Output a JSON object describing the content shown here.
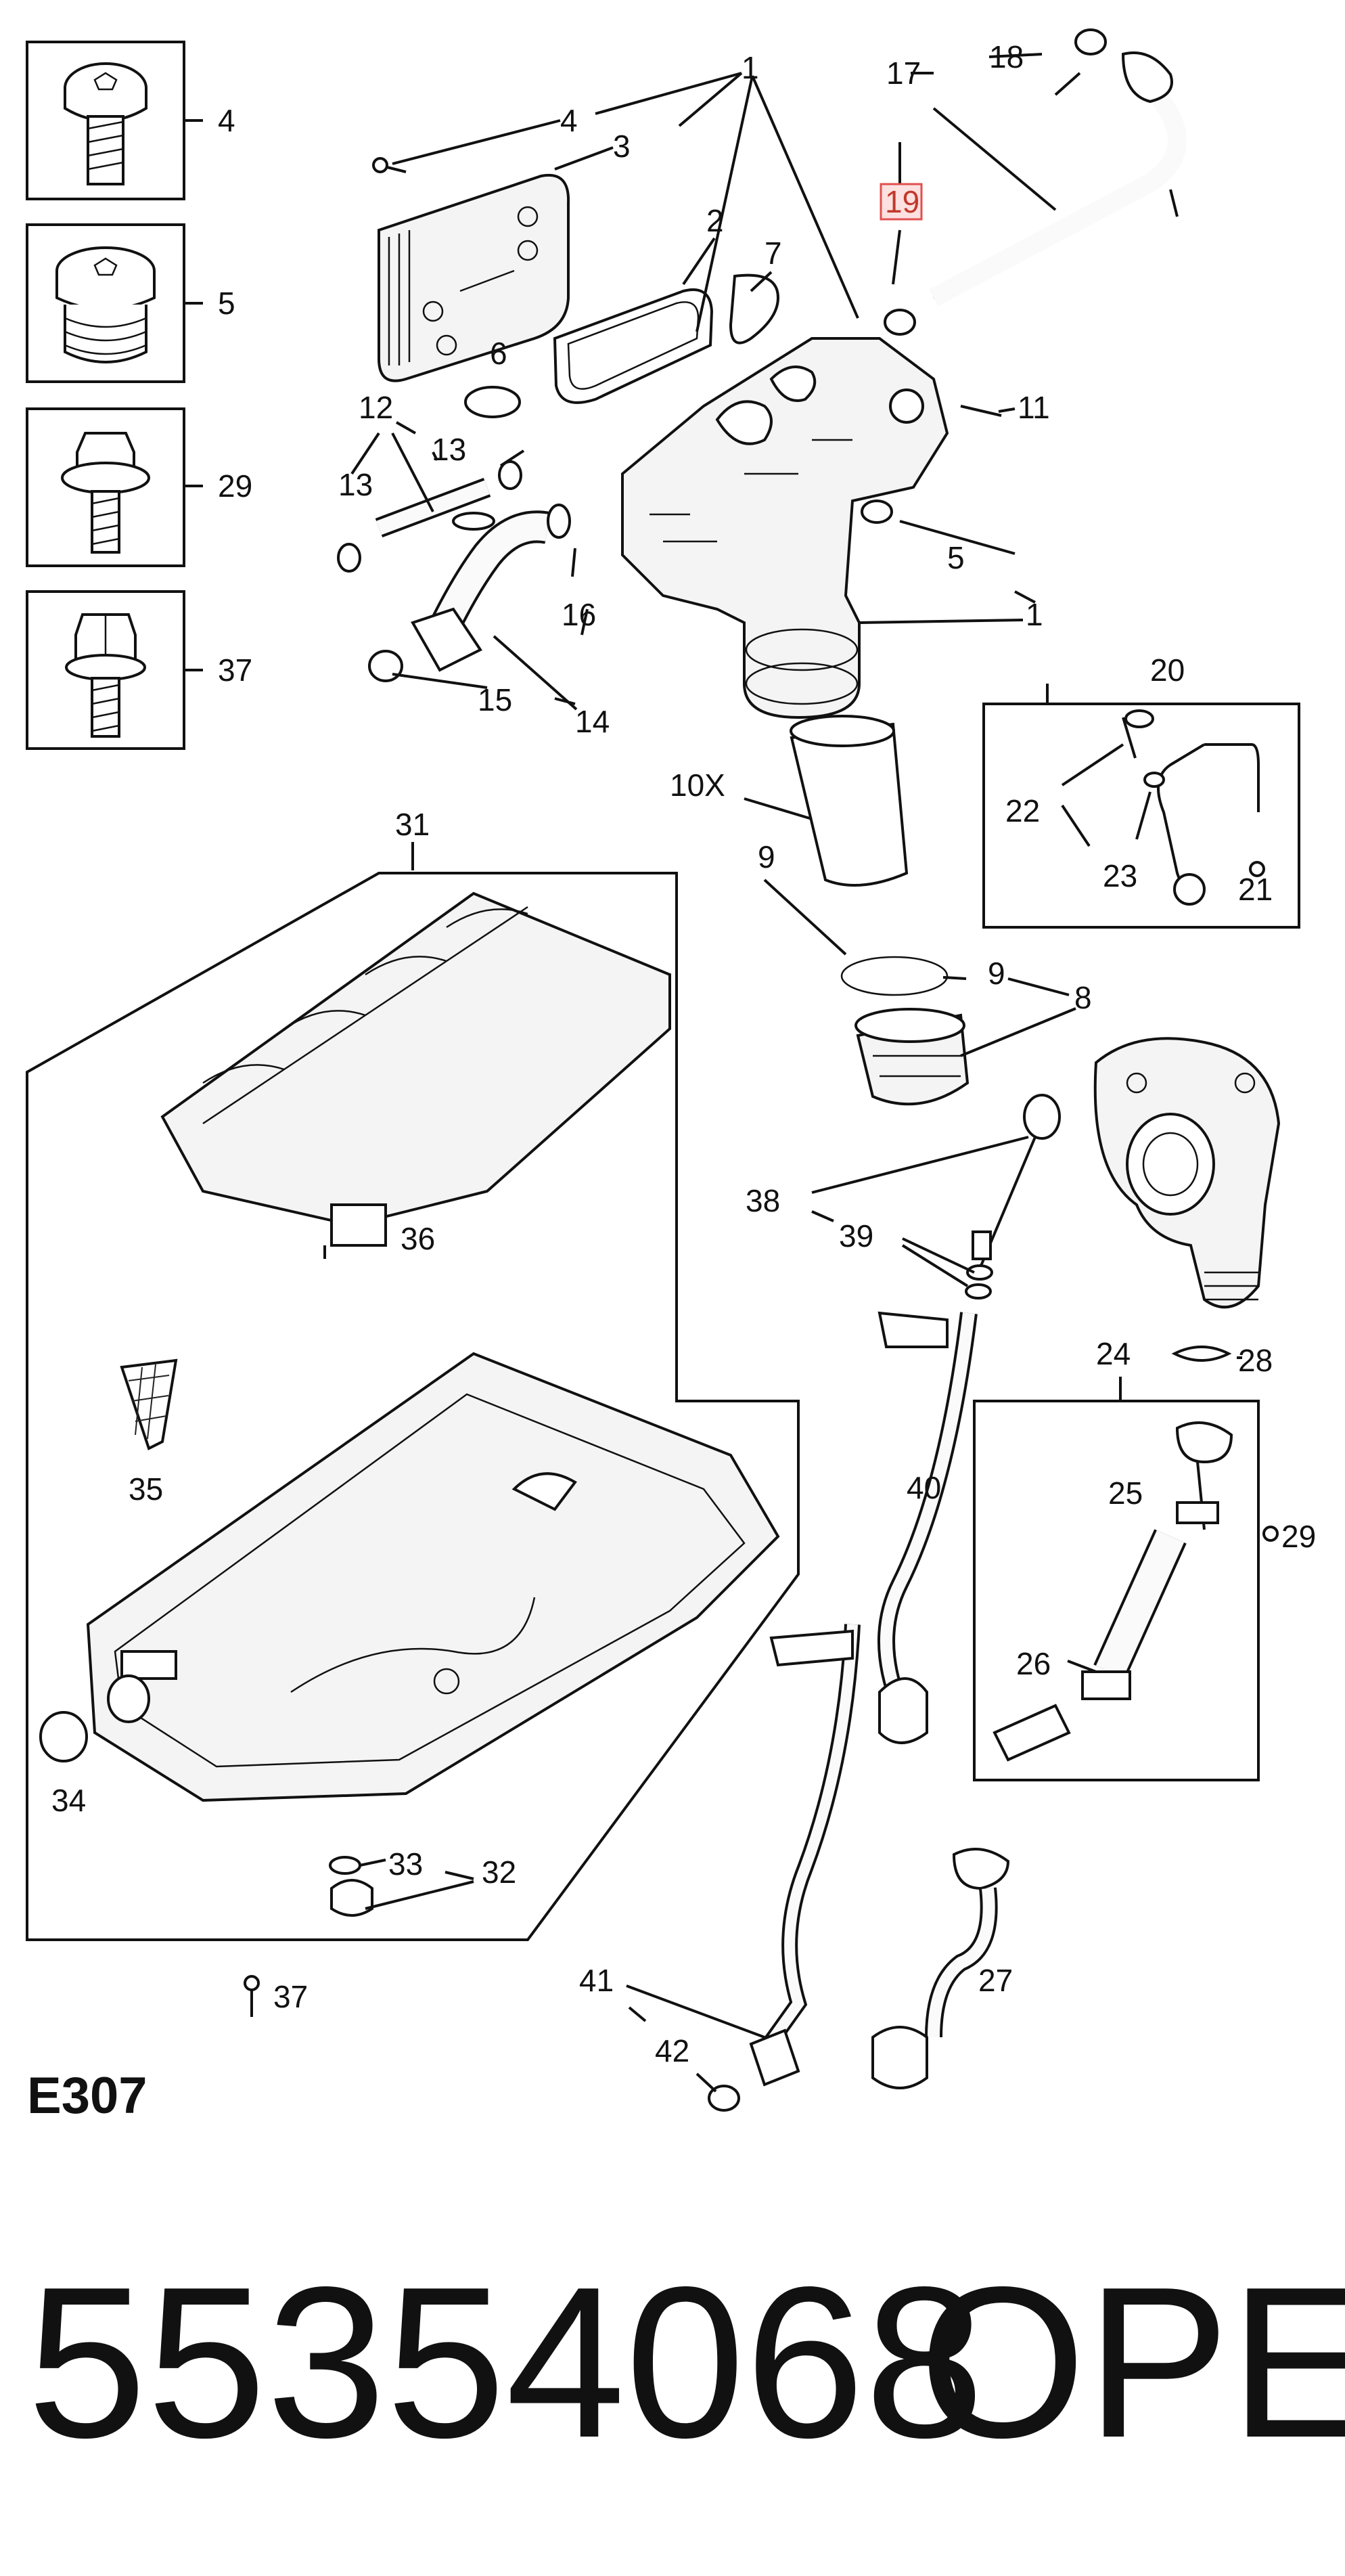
{
  "diagram": {
    "diagram_code": "E307",
    "part_number": "55354068",
    "brand": "OPEL",
    "highlighted_callout": "19",
    "highlight_color": "#e05050",
    "legend_boxes": [
      {
        "label": "4",
        "icon": "torx-screw-icon"
      },
      {
        "label": "5",
        "icon": "drain-plug-icon"
      },
      {
        "label": "29",
        "icon": "flange-bolt-icon"
      },
      {
        "label": "37",
        "icon": "hex-bolt-icon"
      }
    ],
    "callouts": {
      "c1a": "1",
      "c4": "4",
      "c3": "3",
      "c2": "2",
      "c7": "7",
      "c17": "17",
      "c18": "18",
      "c19": "19",
      "c6": "6",
      "c11": "11",
      "c12": "12",
      "c13a": "13",
      "c13b": "13",
      "c5": "5",
      "c1b": "1",
      "c16": "16",
      "c15": "15",
      "c14": "14",
      "c20": "20",
      "c22": "22",
      "c23": "23",
      "c21": "21",
      "c10x": "10X",
      "c9a": "9",
      "c9b": "9",
      "c8": "8",
      "c31": "31",
      "c36": "36",
      "c38": "38",
      "c39": "39",
      "c40": "40",
      "c24": "24",
      "c28": "28",
      "c25": "25",
      "c29": "29",
      "c26": "26",
      "c35": "35",
      "c34": "34",
      "c33": "33",
      "c32": "32",
      "c37": "37",
      "c41": "41",
      "c42": "42",
      "c27": "27"
    }
  }
}
